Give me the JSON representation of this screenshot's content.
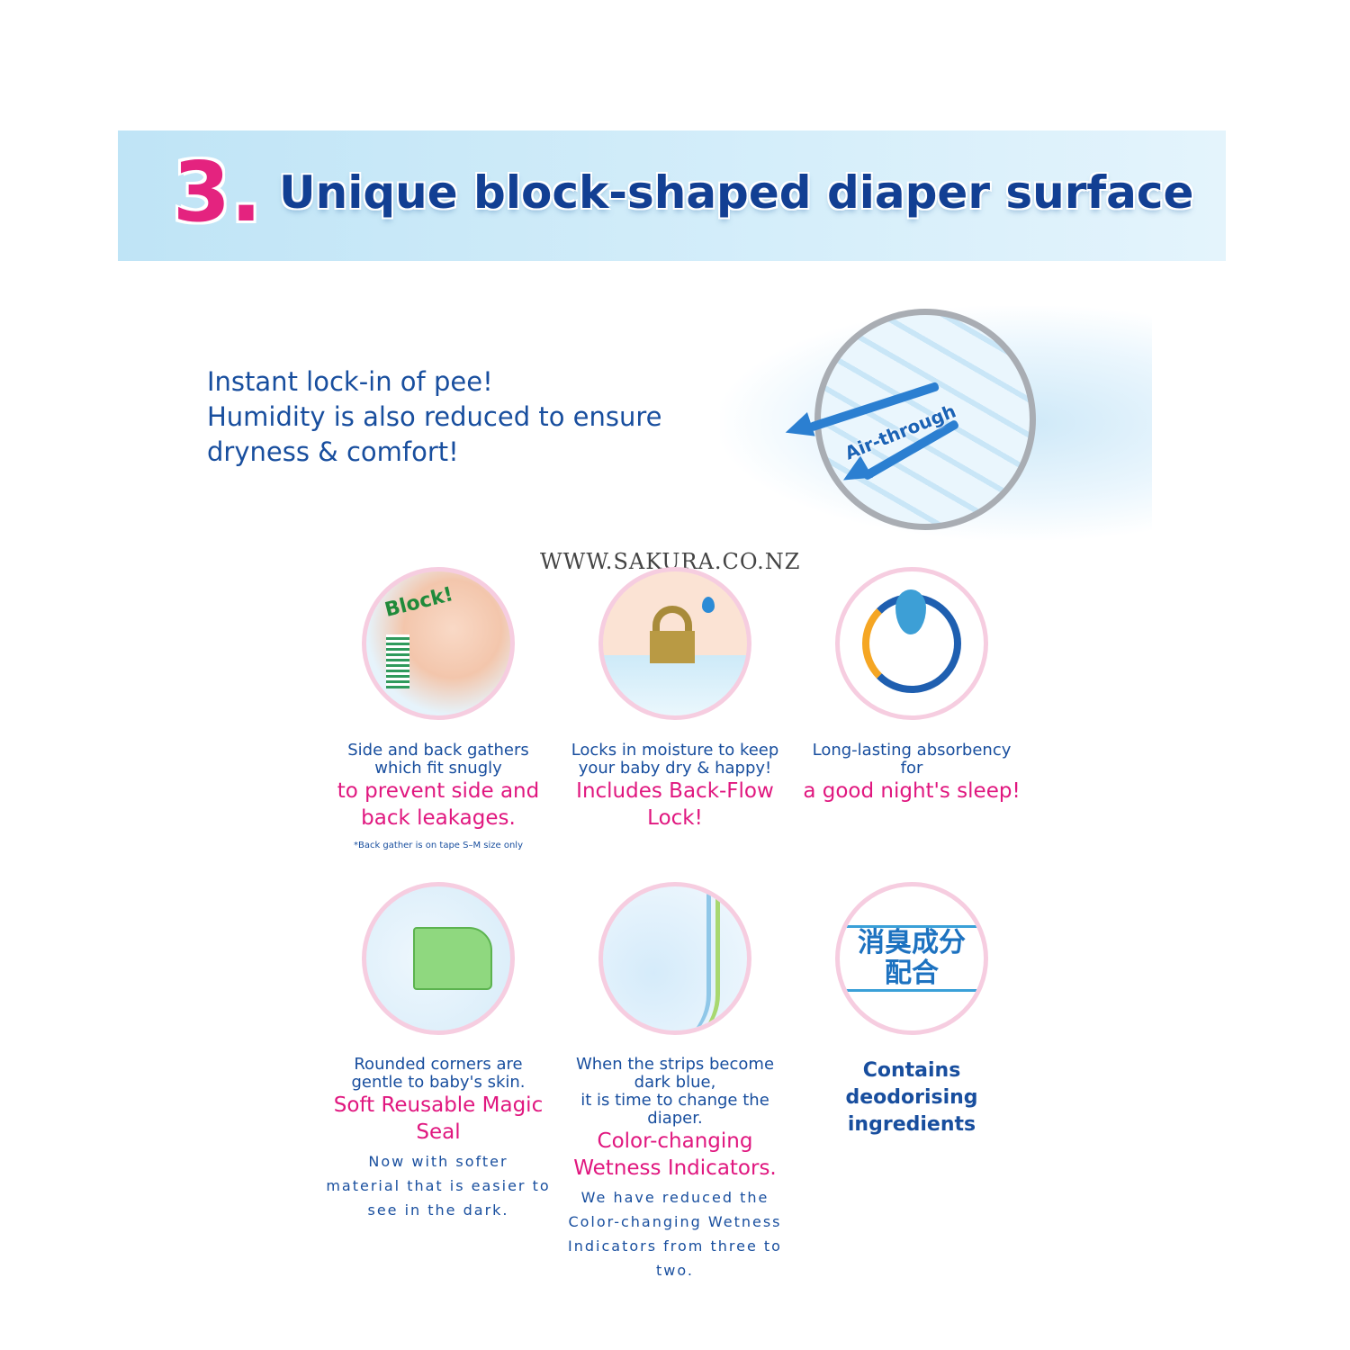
{
  "banner": {
    "number": "3.",
    "title": "Unique block-shaped diaper surface"
  },
  "intro": {
    "lines": [
      "Instant lock-in of pee!",
      "Humidity is also reduced to ensure",
      "dryness & comfort!"
    ]
  },
  "air_illustration": {
    "label": "Air-through"
  },
  "watermark": "WWW.SAKURA.CO.NZ",
  "features": [
    {
      "icon_label": "Block!",
      "blue": [
        "Side and back gathers",
        "which fit snugly"
      ],
      "pink": [
        "to prevent side and",
        "back leakages."
      ],
      "note": "*Back gather is on tape S–M size only"
    },
    {
      "blue": [
        "Locks in moisture to keep",
        "your baby dry & happy!"
      ],
      "pink": [
        "Includes Back-Flow",
        "Lock!"
      ]
    },
    {
      "blue": [
        "Long-lasting absorbency",
        "for"
      ],
      "pink": [
        "a good night's sleep!"
      ]
    },
    {
      "blue": [
        "Rounded corners are",
        "gentle to baby's skin."
      ],
      "pink": [
        "Soft Reusable Magic",
        "Seal"
      ],
      "detail": [
        "Now with softer",
        "material that is easier to",
        "see in the dark."
      ]
    },
    {
      "blue": [
        "When the strips become",
        "dark blue,",
        "it is time to change the",
        "diaper."
      ],
      "pink": [
        "Color-changing",
        "Wetness Indicators."
      ],
      "detail": [
        "We have reduced the",
        "Color-changing Wetness",
        "Indicators from three to",
        "two."
      ]
    },
    {
      "icon_label": [
        "消臭成分",
        "配合"
      ],
      "bold": [
        "Contains deodorising",
        "ingredients"
      ]
    }
  ],
  "colors": {
    "blue": "#184e9e",
    "pink": "#e0177f",
    "banner": "#cdeaf8"
  }
}
